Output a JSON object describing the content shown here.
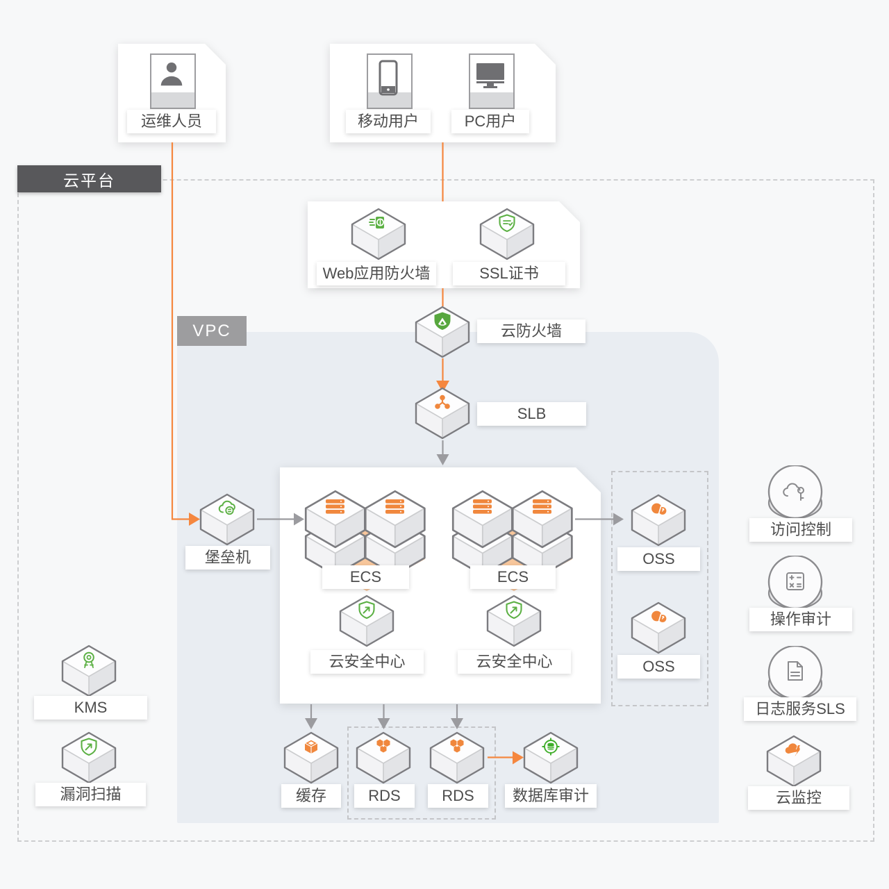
{
  "platform": {
    "label": "云平台"
  },
  "vpc": {
    "label": "VPC"
  },
  "actors": {
    "ops": {
      "label": "运维人员",
      "icon": "person-icon"
    },
    "mobile": {
      "label": "移动用户",
      "icon": "smartphone-icon"
    },
    "pc": {
      "label": "PC用户",
      "icon": "monitor-icon"
    }
  },
  "edge_security": {
    "waf": {
      "label": "Web应用防火墙",
      "icon": "waf-scan-icon"
    },
    "ssl": {
      "label": "SSL证书",
      "icon": "ssl-shield-icon"
    }
  },
  "nodes": {
    "cloud_firewall": {
      "label": "云防火墙",
      "icon": "firewall-shield-icon"
    },
    "slb": {
      "label": "SLB",
      "icon": "load-balancer-molecule-icon"
    },
    "bastion": {
      "label": "堡垒机",
      "icon": "cloud-gateway-icon"
    },
    "ecs_left": {
      "label": "ECS",
      "icon": "server-stack-icon"
    },
    "ecs_right": {
      "label": "ECS",
      "icon": "server-stack-icon"
    },
    "csc_left": {
      "label": "云安全中心",
      "icon": "shield-arrow-icon"
    },
    "csc_right": {
      "label": "云安全中心",
      "icon": "shield-arrow-icon"
    },
    "oss_top": {
      "label": "OSS",
      "icon": "storage-cloud-icon"
    },
    "oss_bottom": {
      "label": "OSS",
      "icon": "storage-cloud-icon"
    },
    "kms": {
      "label": "KMS",
      "icon": "key-medal-icon"
    },
    "vuln_scan": {
      "label": "漏洞扫描",
      "icon": "shield-arrow-icon"
    },
    "cache": {
      "label": "缓存",
      "icon": "cache-cube-icon"
    },
    "rds_left": {
      "label": "RDS",
      "icon": "rds-honeycomb-icon"
    },
    "rds_right": {
      "label": "RDS",
      "icon": "rds-honeycomb-icon"
    },
    "db_audit": {
      "label": "数据库审计",
      "icon": "database-target-icon"
    },
    "ram": {
      "label": "访问控制",
      "icon": "cloud-key-icon"
    },
    "actiontrail": {
      "label": "操作审计",
      "icon": "audit-pad-icon"
    },
    "sls": {
      "label": "日志服务SLS",
      "icon": "log-document-icon"
    },
    "cloud_monitor": {
      "label": "云监控",
      "icon": "cloud-bolt-icon"
    }
  },
  "colors": {
    "background": "#f7f8f9",
    "vpc_fill": "#e9edf2",
    "platform_label_bg": "#58585b",
    "vpc_label_bg": "#9d9d9f",
    "accent_orange": "#f5873f",
    "accent_green": "#5cb044",
    "gray_line": "#9b9b9f",
    "box_outline": "#7c7c80",
    "ecs_platform": "#f7c69b"
  }
}
